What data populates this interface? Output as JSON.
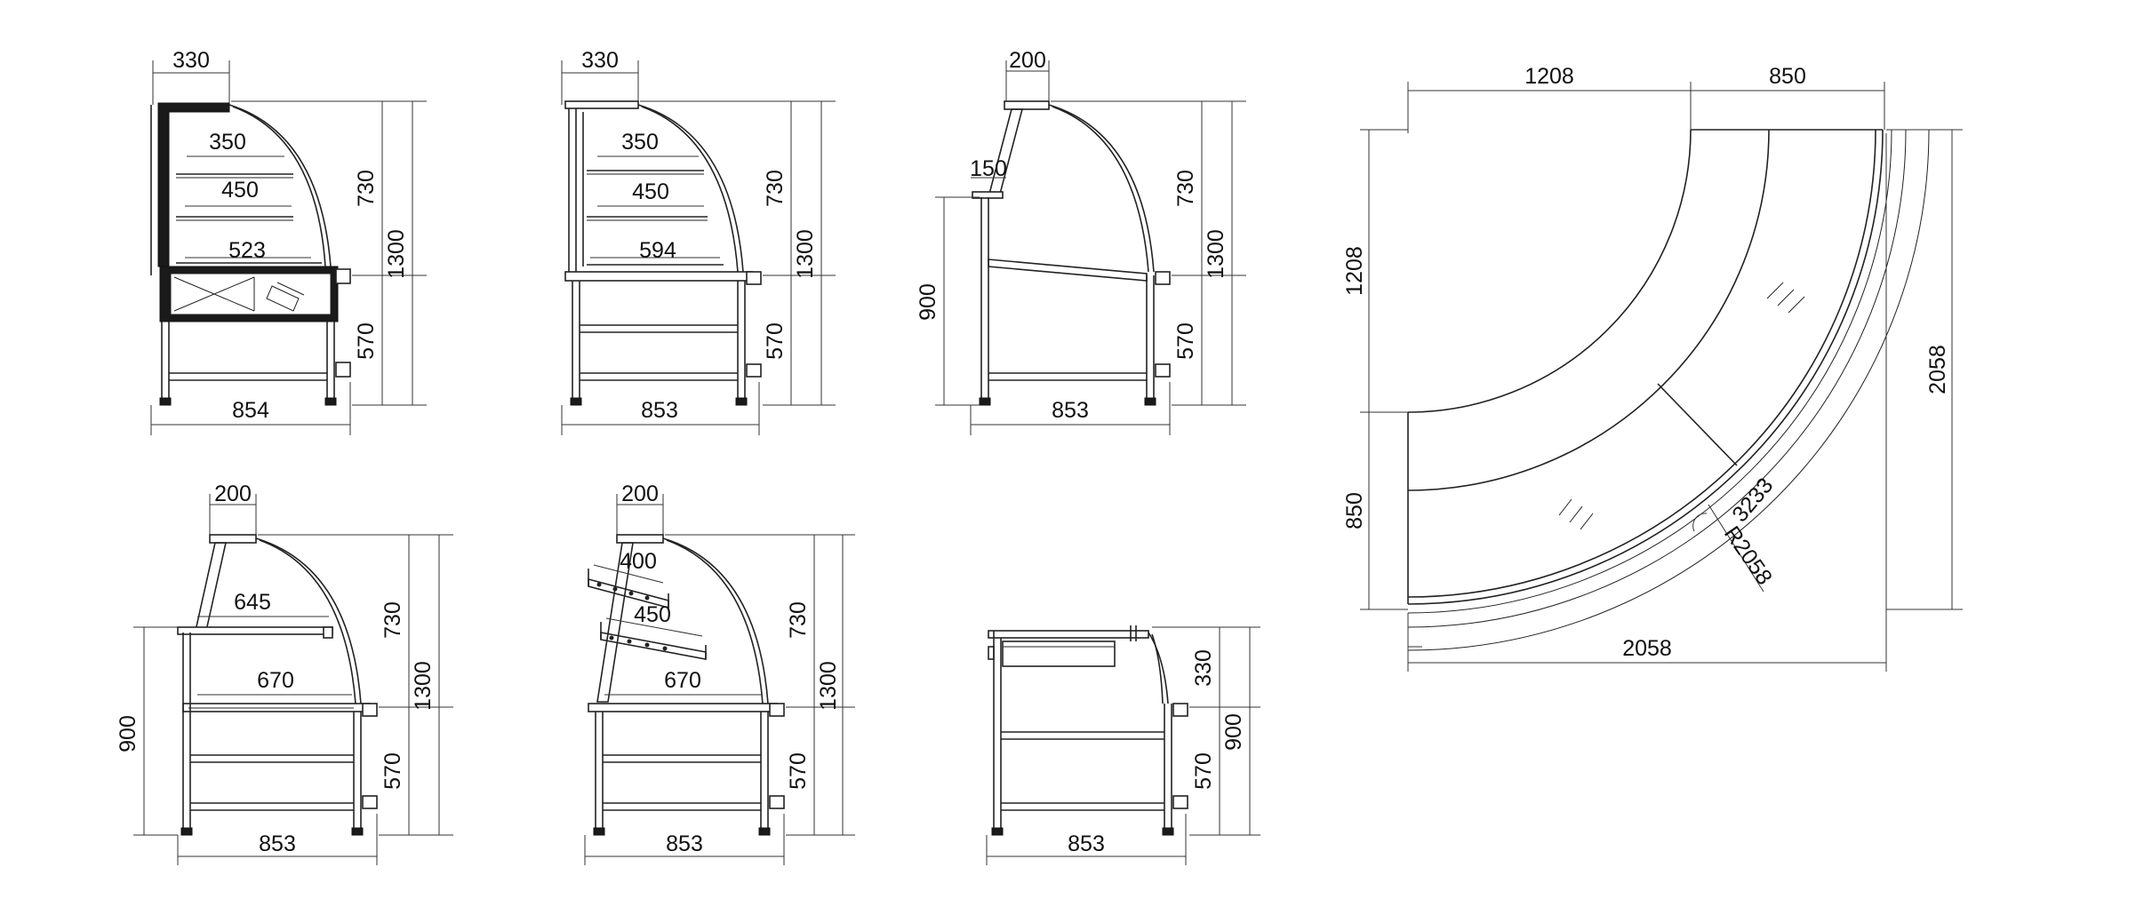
{
  "views": {
    "v1": {
      "d_top": "330",
      "d_shelf1": "350",
      "d_shelf2": "450",
      "d_shelf3": "523",
      "d_upper": "730",
      "d_total": "1300",
      "d_lower": "570",
      "d_width": "854"
    },
    "v2": {
      "d_top": "330",
      "d_shelf1": "350",
      "d_shelf2": "450",
      "d_shelf3": "594",
      "d_upper": "730",
      "d_total": "1300",
      "d_lower": "570",
      "d_width": "853"
    },
    "v3": {
      "d_top": "200",
      "d_ledge": "150",
      "d_counter": "900",
      "d_upper": "730",
      "d_total": "1300",
      "d_lower": "570",
      "d_width": "853"
    },
    "v4": {
      "d_top": "200",
      "d_shelf1": "645",
      "d_shelf2": "670",
      "d_counter": "900",
      "d_upper": "730",
      "d_total": "1300",
      "d_lower": "570",
      "d_width": "853"
    },
    "v5": {
      "d_top": "200",
      "d_shelf1": "400",
      "d_shelf2": "450",
      "d_shelf3": "670",
      "d_upper": "730",
      "d_total": "1300",
      "d_lower": "570",
      "d_width": "853"
    },
    "v6": {
      "d_upper": "330",
      "d_total": "900",
      "d_lower": "570",
      "d_width": "853"
    },
    "plan": {
      "d_top_left": "1208",
      "d_top_right": "850",
      "d_left_upper": "1208",
      "d_left_lower": "850",
      "d_right": "2058",
      "d_bottom": "2058",
      "d_arc_outer": "3233",
      "d_radius": "R2058"
    }
  }
}
